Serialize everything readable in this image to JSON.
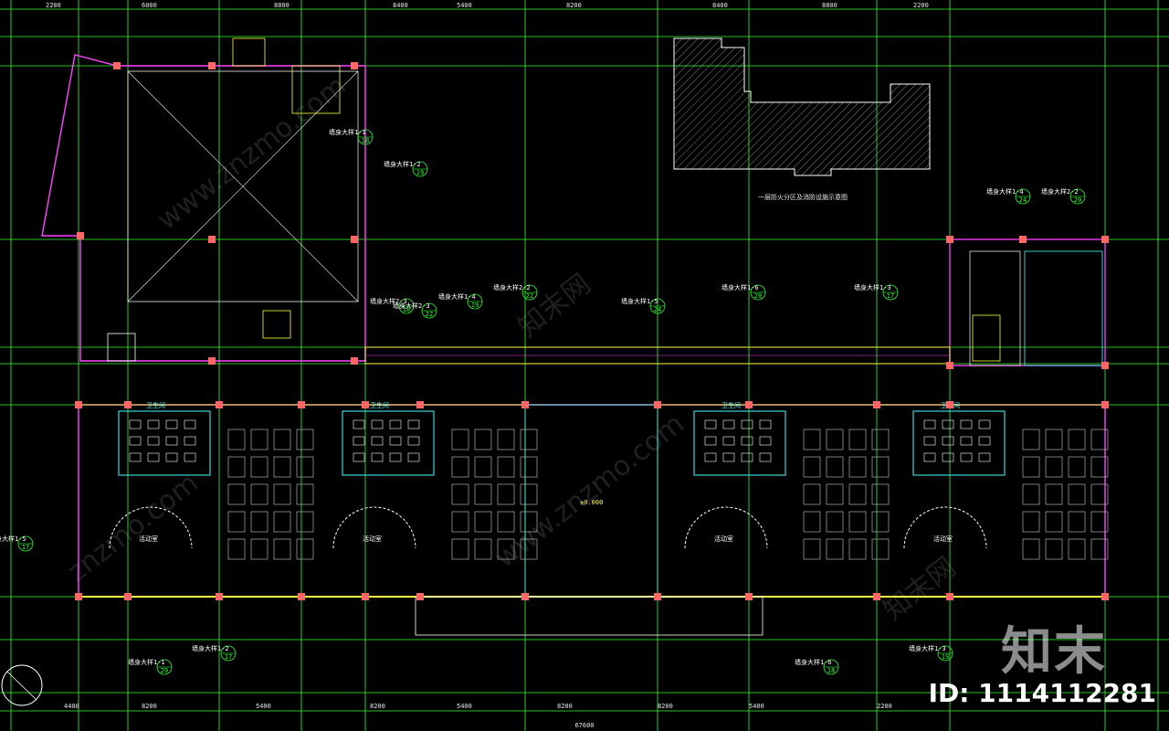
{
  "drawing": {
    "top_dims": [
      "2200",
      "6000",
      "8800",
      "8400",
      "5400",
      "8200",
      "8400",
      "8800",
      "2200"
    ],
    "bottom_dims": [
      "4400",
      "8200",
      "5400",
      "8200",
      "5400",
      "8200",
      "8200",
      "5400",
      "2200"
    ],
    "overall_dim": "67600",
    "room_labels": [
      "活动室",
      "活动室",
      "活动室",
      "活动室"
    ],
    "small_labels": [
      "卫生间",
      "卫生间",
      "卫生间",
      "卫生间"
    ],
    "plan_title": "一层防火分区及消防设施示意图",
    "elev_label": "±0.000",
    "callouts": [
      "墙身大样1-1",
      "墙身大样1-2",
      "墙身大样2-3",
      "墙身大样1-4",
      "墙身大样2-2",
      "墙身大样1-5",
      "墙身大样1-6",
      "墙身大样1-3"
    ],
    "callout_refs": [
      "20",
      "17",
      "18",
      "19",
      "22",
      "24"
    ]
  },
  "watermarks": [
    "www.znzmo.com",
    "知末网",
    "www.znzmo.com",
    "znzmo.com",
    "知末网"
  ],
  "brand": {
    "logo": "知末",
    "id_label": "ID: 1114112281"
  },
  "colors": {
    "bg": "#000000",
    "grid": "#33ff33",
    "wall": "#ff44ff",
    "window": "#ffff44",
    "furniture": "#ffffff",
    "column": "#ff6666",
    "hatch": "#cccccc",
    "cyan": "#44ffff"
  }
}
